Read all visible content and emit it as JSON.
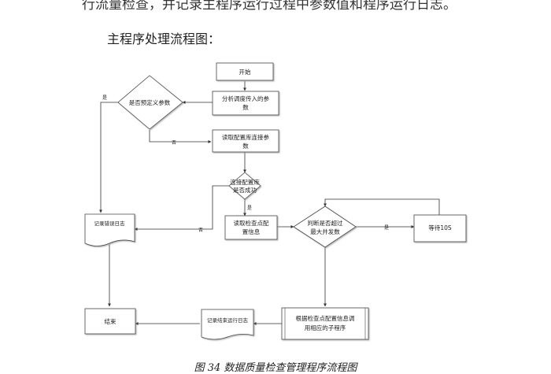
{
  "document": {
    "top_text": "行流量检查，并记录主程序运行过程中参数值和程序运行日志。",
    "section_title": "主程序处理流程图：",
    "caption": "图 34 数据质量检查管理程序流程图"
  },
  "flowchart": {
    "nodes": {
      "start": "开始",
      "parse": [
        "分析调度传入的参",
        "数"
      ],
      "check_params": "是否预定义参数",
      "read_config": [
        "读取配置库连接参",
        "数"
      ],
      "connect": [
        "连接配置库",
        "是否成功"
      ],
      "read_checkpoint": [
        "读取检查点配",
        "置信息"
      ],
      "judge": [
        "判断是否超过",
        "最大并发数"
      ],
      "wait": "等待10S",
      "log_error": "记录错误日志",
      "end": "结束",
      "log_end": "记录结束运行日志",
      "call_sub": [
        "根据检查点配置信息调",
        "用相应的子程序"
      ]
    },
    "edge_labels": {
      "no": "否",
      "yes": "是"
    }
  }
}
